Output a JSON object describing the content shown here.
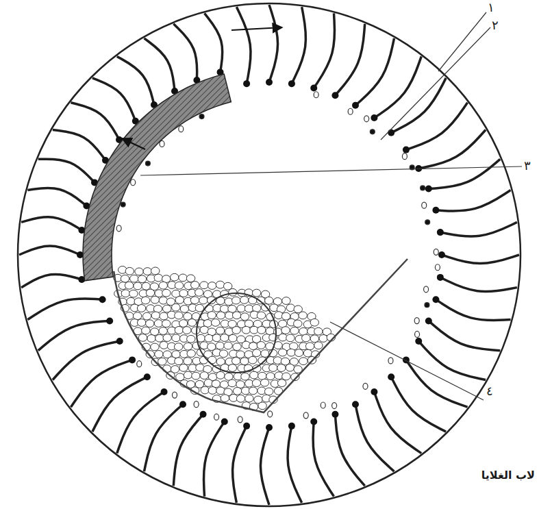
{
  "diagram": {
    "labels": [
      "١",
      "٢",
      "٣",
      "٤",
      "لاب الغلايا"
    ]
  }
}
